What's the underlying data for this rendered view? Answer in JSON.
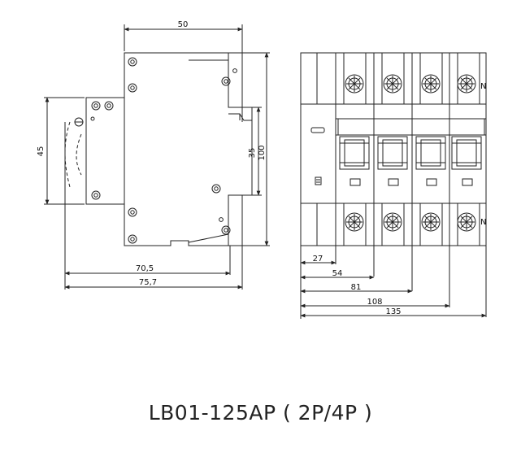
{
  "title": "LB01-125AP ( 2P/4P )",
  "side_view": {
    "dim_width": "50",
    "dim_depth_front": "70,5",
    "dim_depth_total": "75,7",
    "dim_left_height": "45",
    "dim_rail": "35",
    "dim_height": "100"
  },
  "front_view": {
    "neutral_top": "N",
    "neutral_bottom": "N",
    "dims": [
      "27",
      "54",
      "81",
      "108",
      "135"
    ]
  },
  "colors": {
    "line": "#222222",
    "background": "#ffffff"
  }
}
